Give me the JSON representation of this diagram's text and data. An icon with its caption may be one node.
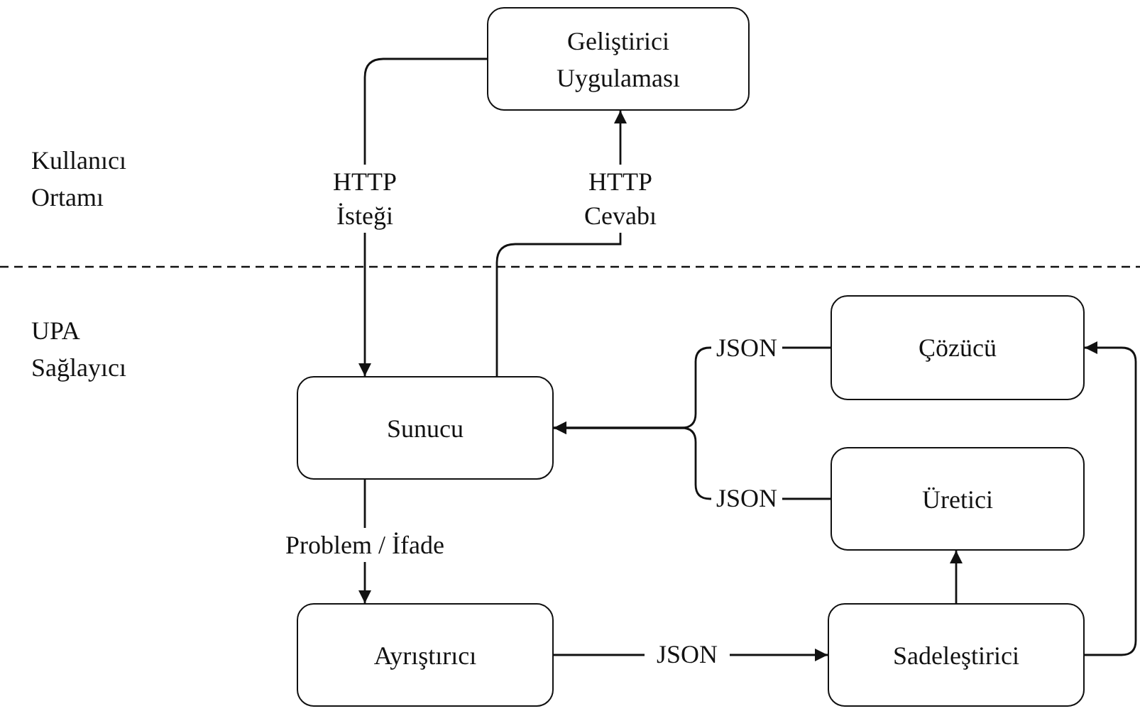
{
  "diagram": {
    "nodes": [
      {
        "text": [
          "Geliştirici Uygulaması"
        ]
      },
      {
        "text": [
          "Sunucu"
        ]
      },
      {
        "text": [
          "Çözücü"
        ]
      },
      {
        "text": [
          "Üretici"
        ]
      },
      {
        "text": [
          "Ayrıştırıcı"
        ]
      },
      {
        "text": [
          "Sadeleştirici"
        ]
      }
    ],
    "edges": [
      {
        "from": 0,
        "to": 1,
        "arrow": "to",
        "label": "HTTP İsteği"
      },
      {
        "from": 1,
        "to": 0,
        "arrow": "to",
        "label": "HTTP Cevabı"
      },
      {
        "from": 2,
        "to": 1,
        "arrow": "to",
        "label": "JSON"
      },
      {
        "from": 3,
        "to": 1,
        "arrow": "to",
        "label": "JSON"
      },
      {
        "from": 1,
        "to": 4,
        "arrow": "to",
        "label": "Problem / İfade"
      },
      {
        "from": 4,
        "to": 5,
        "arrow": "to",
        "label": "JSON"
      },
      {
        "from": 5,
        "to": 3,
        "arrow": "to"
      },
      {
        "from": 5,
        "to": 2,
        "arrow": "to"
      }
    ],
    "labels": [
      "Kullanıcı Ortamı",
      "UPA Sağlayıcı"
    ]
  }
}
